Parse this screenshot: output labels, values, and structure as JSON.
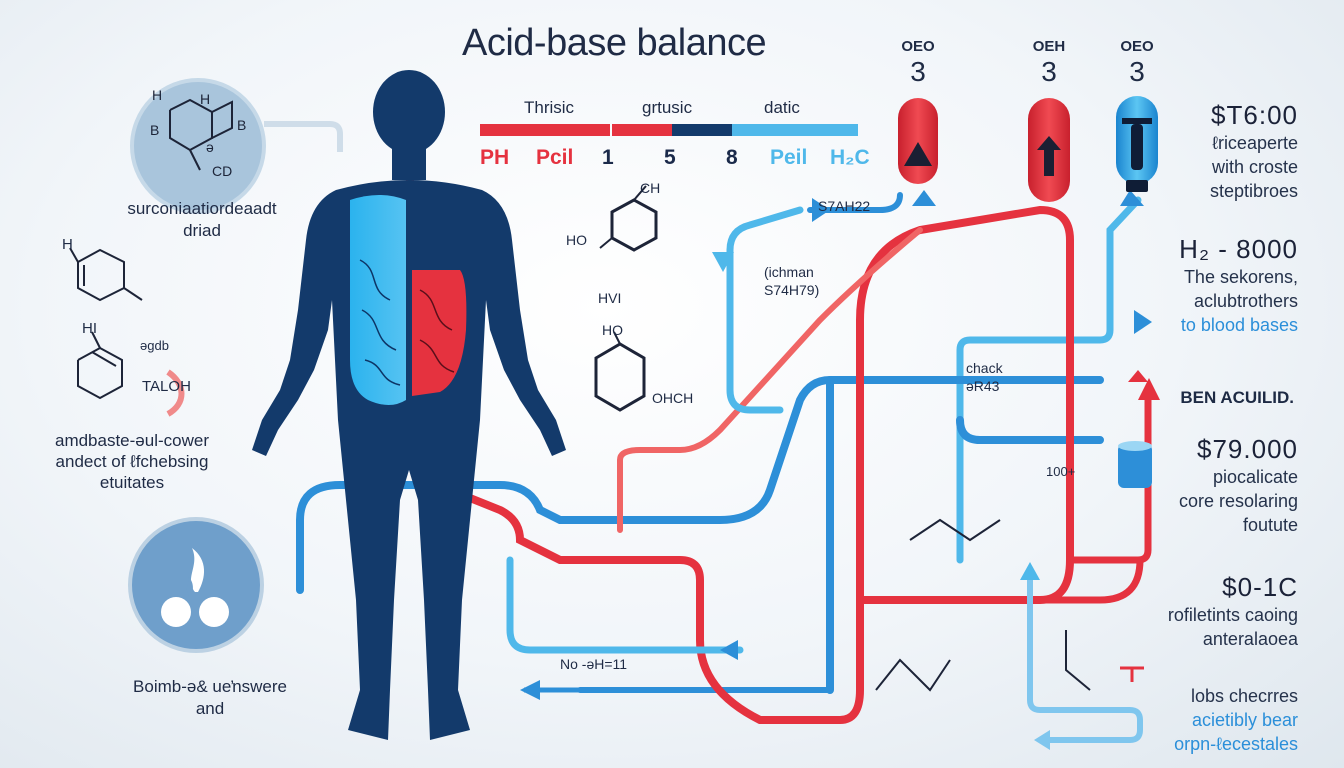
{
  "title": "Acid-base balance",
  "scale_bar": {
    "segment_labels": [
      "Thrisic",
      "grtusic",
      "datic"
    ],
    "scale_labels": [
      "PH",
      "Pcil",
      "1",
      "5",
      "8",
      "Peil",
      "H₂C"
    ]
  },
  "vials": [
    {
      "label_top": "OEO",
      "label_num": "3",
      "color": "#e5323f"
    },
    {
      "label_top": "OEH",
      "label_num": "3",
      "color": "#e5323f"
    },
    {
      "label_top": "OEO",
      "label_num": "3",
      "color": "#2f9fe0"
    }
  ],
  "left_labels": {
    "molecule_caption": [
      "surconiaatiordeaadt",
      "driad"
    ],
    "mid_caption": [
      "amdbaste-ǝul-cower",
      "andect of ℓfchebsing",
      "etuitates"
    ],
    "bottom_caption": [
      "Boimb-ǝ& ueŉswere",
      "and"
    ],
    "chem_small": [
      "H",
      "HI",
      "TALOH",
      "ǝgdb"
    ]
  },
  "center_labels": {
    "molecule1": [
      "CH",
      "HO",
      "HVI"
    ],
    "molecule2": [
      "HO",
      "OHCH"
    ],
    "pipe_labels": [
      "S7AH22",
      "(ichman",
      "S74H79)",
      "chack",
      "ǝR43",
      "No -ǝH=11",
      "100+"
    ]
  },
  "right_panels": [
    {
      "value": "$T6:00",
      "lines": [
        "ℓriceaperte",
        "with croste",
        "steptibroes"
      ]
    },
    {
      "value": "H₂ - 8000",
      "lines": [
        "The sekorens,",
        "aclubtrothers",
        "to blood bases"
      ],
      "highlight": "blood bases"
    },
    {
      "heading": "BEN ACUILID."
    },
    {
      "value": "$79.000",
      "lines": [
        "piocalicate",
        "core resolaring",
        "foutute"
      ]
    },
    {
      "value": "$0-1C",
      "lines": [
        "rofiletints caoing",
        "anteralaoea"
      ]
    },
    {
      "lines": [
        "lobs checrres",
        "acietibly bear",
        "orpn-ℓecestales"
      ],
      "highlight": "bear"
    }
  ],
  "colors": {
    "navy": "#133a6b",
    "red": "#e5323f",
    "blue": "#2d8fd8",
    "light_blue": "#4fb8ea",
    "highlight_blue": "#2b8fd9"
  },
  "icons": [
    "benzene-ring-icon",
    "flame-drops-icon",
    "filter-vial-icon",
    "arrow-icon",
    "plus-icon"
  ]
}
